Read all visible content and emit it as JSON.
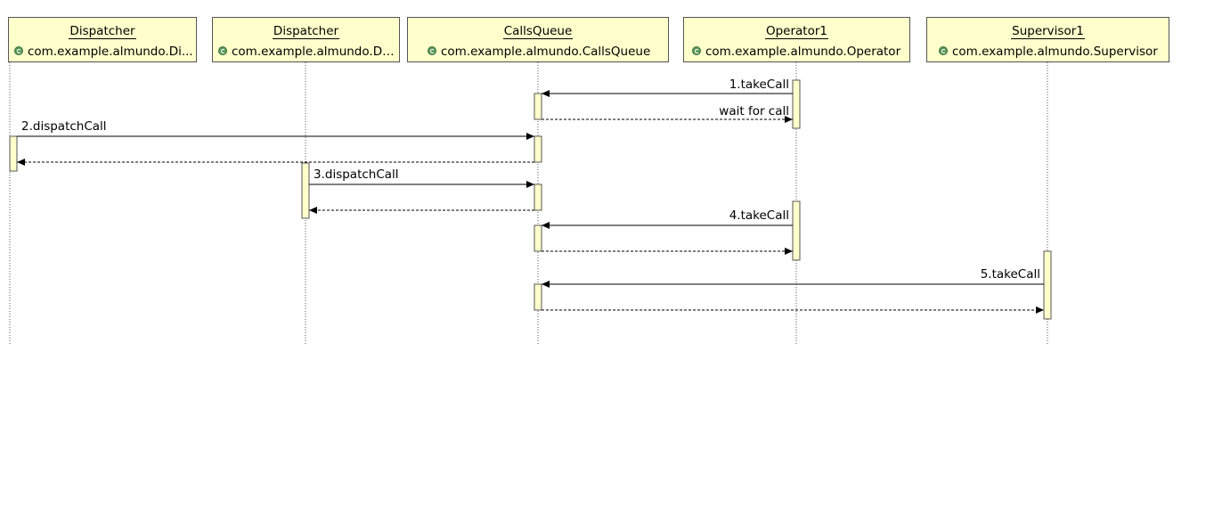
{
  "participants": [
    {
      "name": "Dispatcher",
      "class": "com.example.almundo.Di...",
      "icon": "class-icon"
    },
    {
      "name": "Dispatcher",
      "class": "com.example.almundo.Di...",
      "icon": "class-icon"
    },
    {
      "name": "CallsQueue",
      "class": "com.example.almundo.CallsQueue",
      "icon": "class-icon"
    },
    {
      "name": "Operator1",
      "class": "com.example.almundo.Operator",
      "icon": "class-icon"
    },
    {
      "name": "Supervisor1",
      "class": "com.example.almundo.Supervisor",
      "icon": "class-icon"
    }
  ],
  "messages": [
    {
      "label": "1.takeCall",
      "from": 3,
      "to": 2,
      "kind": "call"
    },
    {
      "label": "wait for call",
      "from": 2,
      "to": 3,
      "kind": "return"
    },
    {
      "label": "2.dispatchCall",
      "from": 0,
      "to": 2,
      "kind": "call"
    },
    {
      "label": "",
      "from": 2,
      "to": 0,
      "kind": "return"
    },
    {
      "label": "3.dispatchCall",
      "from": 1,
      "to": 2,
      "kind": "call"
    },
    {
      "label": "",
      "from": 2,
      "to": 1,
      "kind": "return"
    },
    {
      "label": "4.takeCall",
      "from": 3,
      "to": 2,
      "kind": "call"
    },
    {
      "label": "",
      "from": 2,
      "to": 3,
      "kind": "return"
    },
    {
      "label": "5.takeCall",
      "from": 4,
      "to": 2,
      "kind": "call"
    },
    {
      "label": "",
      "from": 2,
      "to": 4,
      "kind": "return"
    }
  ],
  "colors": {
    "box_fill": "#ffffcc",
    "stroke": "#555555",
    "line": "#000000"
  }
}
